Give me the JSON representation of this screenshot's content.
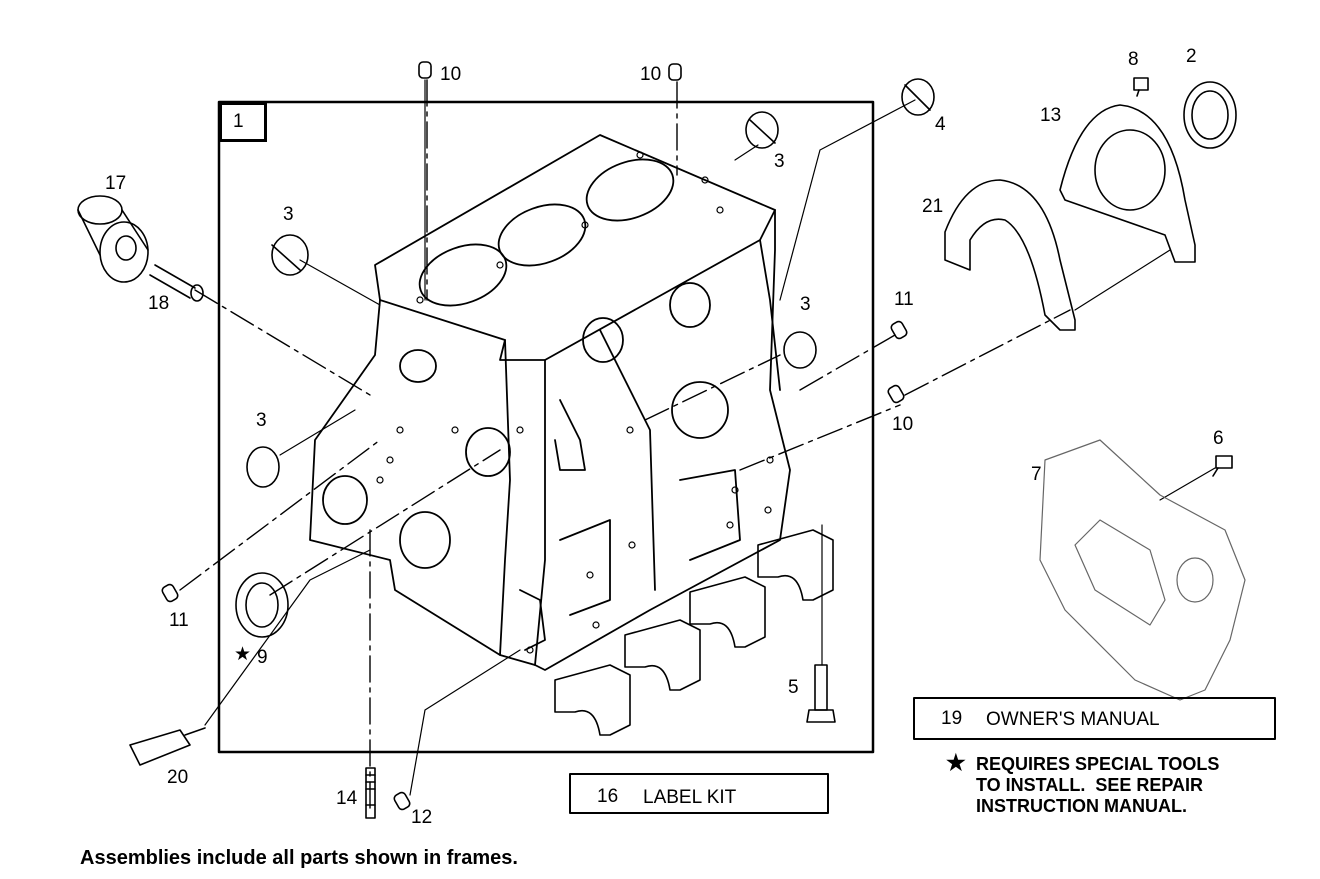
{
  "callouts": {
    "c1": "1",
    "c2": "2",
    "c3a": "3",
    "c3b": "3",
    "c3c": "3",
    "c3d": "3",
    "c4": "4",
    "c5": "5",
    "c6": "6",
    "c7": "7",
    "c8": "8",
    "c9": "9",
    "c10a": "10",
    "c10b": "10",
    "c10c": "10",
    "c11a": "11",
    "c11b": "11",
    "c12": "12",
    "c13": "13",
    "c14": "14",
    "c17": "17",
    "c18": "18",
    "c20": "20",
    "c21": "21"
  },
  "boxes": {
    "owners_manual": {
      "number": "19",
      "label": "OWNER'S MANUAL"
    },
    "label_kit": {
      "number": "16",
      "label": "LABEL KIT"
    }
  },
  "note": {
    "star": "★",
    "text": "REQUIRES SPECIAL TOOLS\nTO INSTALL.  SEE REPAIR\nINSTRUCTION MANUAL."
  },
  "star_marker": "★",
  "caption": "Assemblies include all parts shown in frames."
}
